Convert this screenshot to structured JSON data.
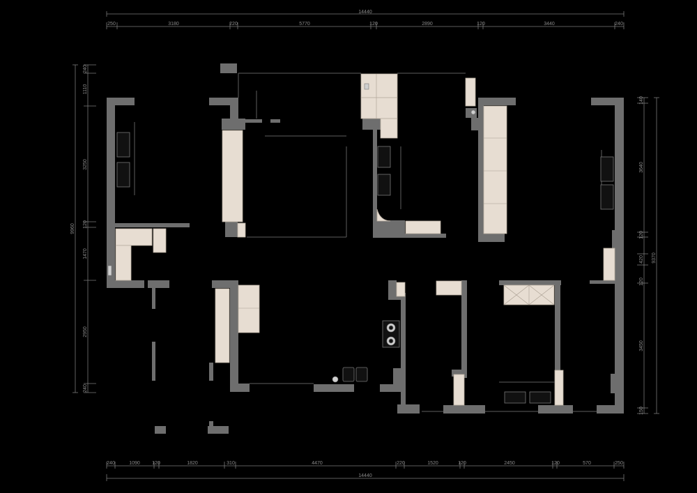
{
  "drawing": {
    "top_dims": {
      "total": "14440",
      "segments": [
        "250",
        "3180",
        "220",
        "5770",
        "120",
        "2890",
        "120",
        "3440",
        "240"
      ]
    },
    "bottom_dims": {
      "total": "14440",
      "segments": [
        "240",
        "1090",
        "120",
        "1820",
        "310",
        "4470",
        "220",
        "1520",
        "120",
        "2450",
        "120",
        "570",
        "250"
      ]
    },
    "left_dims": {
      "total": "9960",
      "segments": [
        "240",
        "1110",
        "3250",
        "120",
        "1470",
        "2950",
        "240"
      ]
    },
    "right_dims": {
      "total": "9370",
      "segments": [
        "140",
        "3640",
        "120",
        "420",
        "120",
        "3450",
        "150"
      ]
    }
  }
}
